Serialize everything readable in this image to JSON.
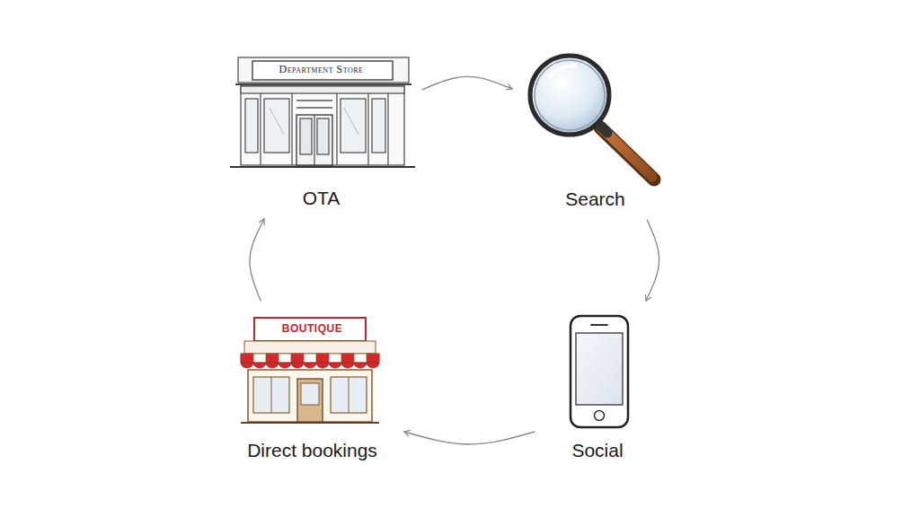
{
  "diagram": {
    "nodes": [
      {
        "text": [
          "Department Store",
          "OTA"
        ]
      },
      {
        "text": [
          "Search"
        ]
      },
      {
        "text": [
          "BOUTIQUE",
          "Direct bookings"
        ]
      },
      {
        "text": [
          "Social"
        ]
      }
    ],
    "edges": [
      {
        "from": 0,
        "to": 1,
        "arrow": "to"
      },
      {
        "from": 1,
        "to": 3,
        "arrow": "to"
      },
      {
        "from": 3,
        "to": 2,
        "arrow": "to"
      },
      {
        "from": 2,
        "to": 0,
        "arrow": "to"
      }
    ]
  }
}
